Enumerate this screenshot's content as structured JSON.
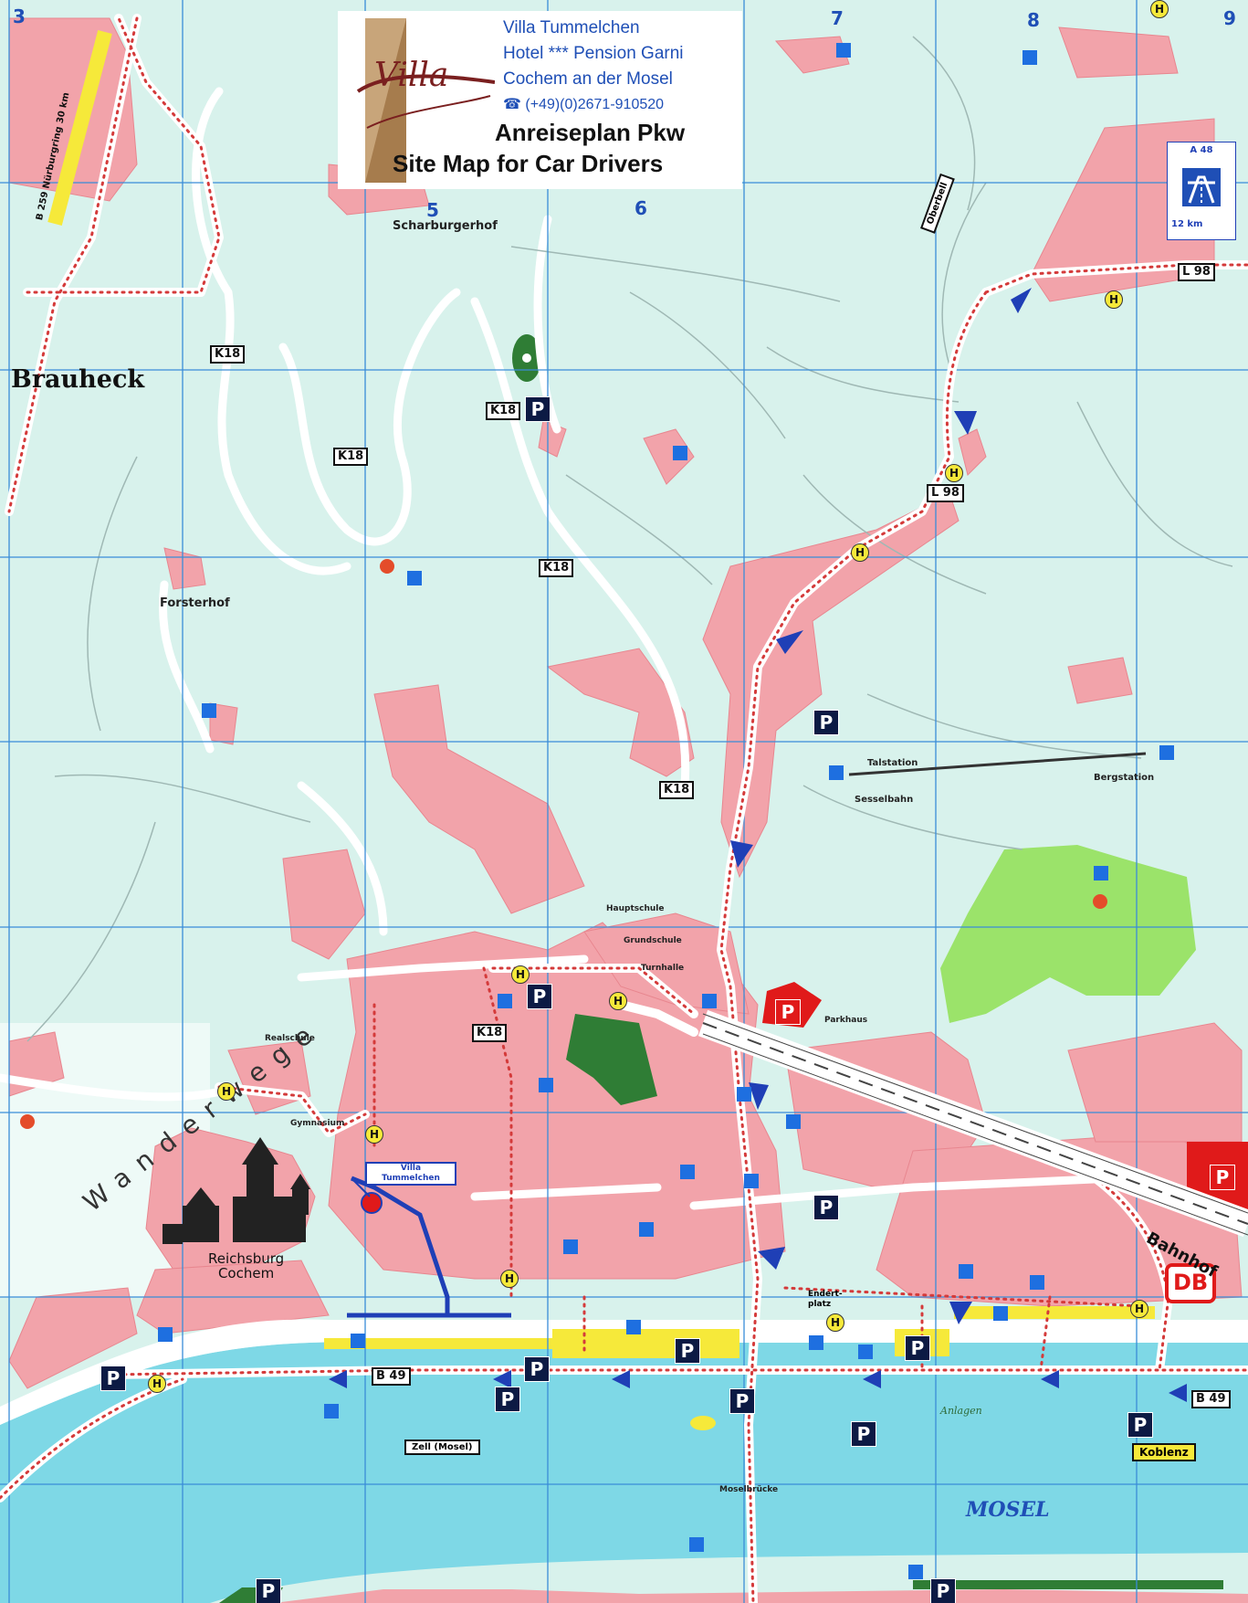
{
  "header": {
    "logo_text": "Villa",
    "line1": "Villa Tummelchen",
    "line2": "Hotel *** Pension Garni",
    "line3": "Cochem an der Mosel",
    "phone": "☎ (+49)(0)2671-910520",
    "title_de": "Anreiseplan Pkw",
    "title_en": "Site Map for Car Drivers"
  },
  "grid_numbers": [
    "3",
    "5",
    "6",
    "7",
    "8",
    "9"
  ],
  "places": {
    "brauheck": "Brauheck",
    "scharburgerhof": "Scharburgerhof",
    "forsterhof": "Forsterhof",
    "reichsburg": "Reichsburg\nCochem",
    "bahnhof": "Bahnhof",
    "mosel": "MOSEL",
    "wanderwege": "Wanderwege",
    "talstation": "Talstation",
    "bergstation": "Bergstation",
    "sesselbahn": "Sesselbahn",
    "hauptschule": "Hauptschule",
    "grundschule": "Grundschule",
    "turnhalle": "Turnhalle",
    "parkhaus": "Parkhaus",
    "realschule": "Realschule",
    "gymnasium": "Gymnasium",
    "endert_platz": "Endert-\nplatz",
    "anlagen": "Anlagen",
    "moselbruecke": "Moselbrücke",
    "hotel_marker": "Villa\nTummelchen",
    "db": "DB",
    "koblenz": "Koblenz"
  },
  "road_tags": {
    "k18": "K18",
    "l98": "L 98",
    "b49": "B 49",
    "a48": "A 48",
    "a48_dist": "12 km",
    "b259": "B 259 Nürburgring 30 km",
    "oberbell": "Oberbell",
    "zell": "Zell (Mosel)"
  },
  "parking_symbol": "P",
  "bus_stop_symbol": "H",
  "colors": {
    "background": "#d8f2ec",
    "built_area": "#f2a3aa",
    "river": "#7ed8e6",
    "road_dots": "#d43a3a",
    "grid": "#3a8dd8",
    "park_green": "#9be36a",
    "parking_blue": "#0c1a44",
    "route_blue": "#1f3fb6"
  }
}
